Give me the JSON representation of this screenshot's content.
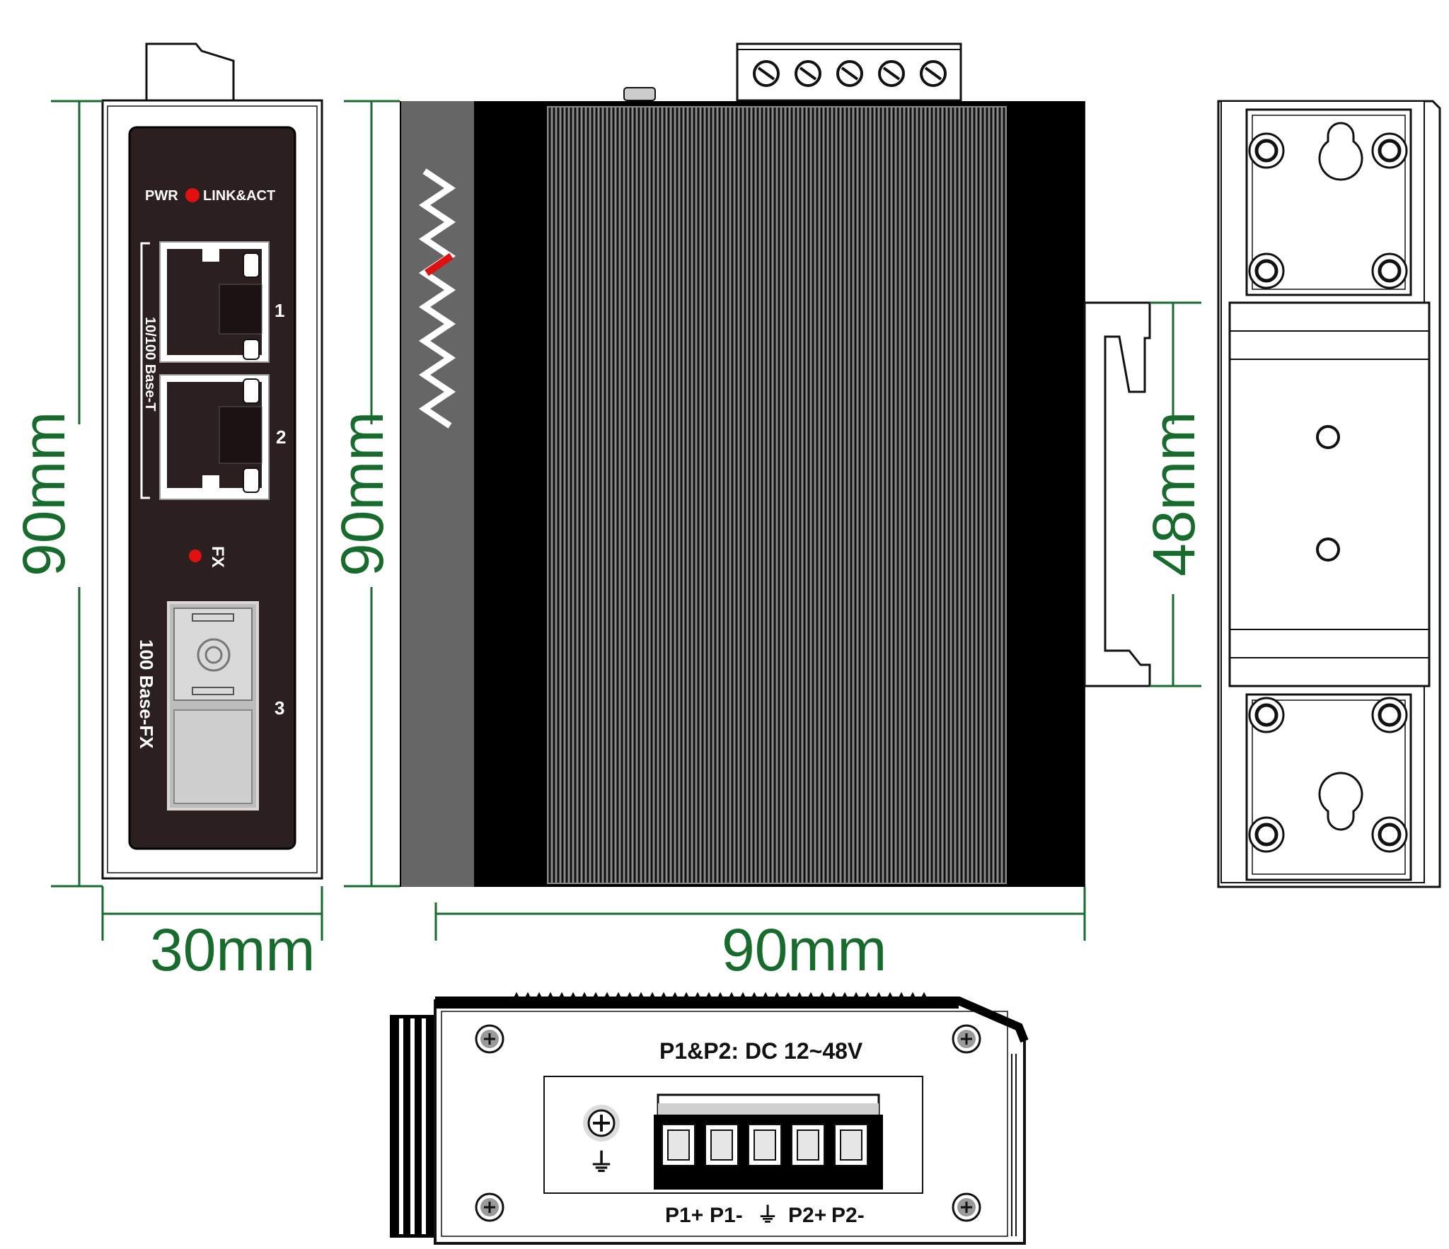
{
  "colors": {
    "dimension_line": "#176b2c",
    "panel": "#2b1f1f",
    "led": "#e01010",
    "body_black": "#000000",
    "body_grey": "#666666",
    "brand_accent": "#e01010"
  },
  "front_panel": {
    "led_row_label_left": "PWR",
    "led_row_label_right": "LINK&ACT",
    "copper_group_label": "10/100 Base-T",
    "port1_number": "1",
    "port2_number": "2",
    "fx_led_label": "FX",
    "fiber_group_label": "100 Base-FX",
    "port3_number": "3"
  },
  "dimensions": {
    "front_height": "90mm",
    "front_width": "30mm",
    "side_height": "90mm",
    "side_depth": "90mm",
    "din_rail": "48mm"
  },
  "power_panel": {
    "title": "P1&P2: DC 12~48V",
    "pin_p1_plus": "P1+",
    "pin_p1_minus": "P1-",
    "pin_ground_symbol": "⏚",
    "pin_p2_plus": "P2+",
    "pin_p2_minus": "P2-",
    "ground_screw_symbol": "⏚"
  }
}
